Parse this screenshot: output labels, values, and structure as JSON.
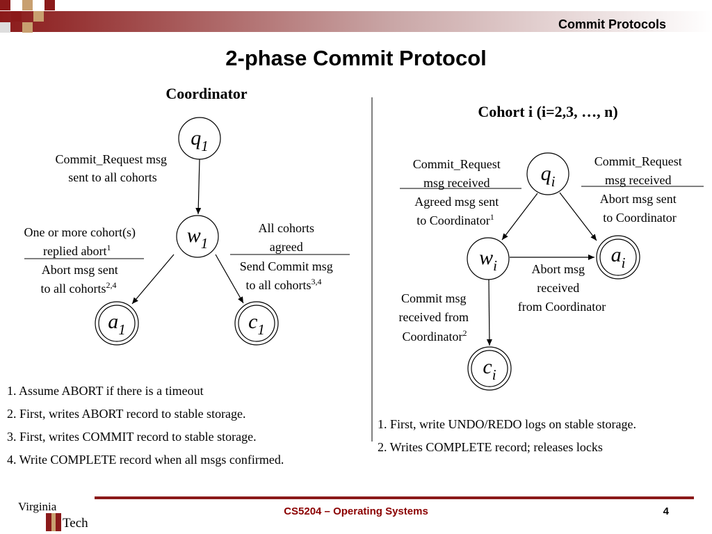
{
  "header": {
    "section_title": "Commit Protocols",
    "slide_title": "2-phase Commit Protocol"
  },
  "coordinator": {
    "heading": "Coordinator",
    "states": {
      "q1": {
        "base": "q",
        "sub": "1"
      },
      "w1": {
        "base": "w",
        "sub": "1"
      },
      "a1": {
        "base": "a",
        "sub": "1"
      },
      "c1": {
        "base": "c",
        "sub": "1"
      }
    },
    "q_to_w": [
      "Commit_Request msg",
      "sent to all cohorts"
    ],
    "w_to_a": {
      "condition": [
        "One or more cohort(s)",
        "replied abort"
      ],
      "condition_sup": "1",
      "action": [
        "Abort msg sent",
        "to all cohorts"
      ],
      "action_sup": "2,4"
    },
    "w_to_c": {
      "condition": [
        "All cohorts",
        "agreed"
      ],
      "action": [
        "Send Commit msg",
        "to all cohorts"
      ],
      "action_sup": "3,4"
    },
    "notes": [
      "1. Assume ABORT if there is a timeout",
      "2. First, writes ABORT record to stable storage.",
      "3. First, writes COMMIT record to stable storage.",
      "4. Write COMPLETE record when all msgs confirmed."
    ]
  },
  "cohort": {
    "heading": "Cohort i (i=2,3, …, n)",
    "states": {
      "qi": {
        "base": "q",
        "sub": "i"
      },
      "wi": {
        "base": "w",
        "sub": "i"
      },
      "ai": {
        "base": "a",
        "sub": "i"
      },
      "ci": {
        "base": "c",
        "sub": "i"
      }
    },
    "q_to_w": {
      "condition": [
        "Commit_Request",
        "msg received"
      ],
      "action": [
        "Agreed msg sent",
        "to Coordinator"
      ],
      "action_sup": "1"
    },
    "q_to_a": {
      "condition": [
        "Commit_Request",
        "msg received"
      ],
      "action": [
        "Abort msg sent",
        "to Coordinator"
      ]
    },
    "w_to_a": [
      "Abort msg",
      "received",
      "from Coordinator"
    ],
    "w_to_c": {
      "lines": [
        "Commit msg",
        "received from",
        "Coordinator"
      ],
      "sup": "2"
    },
    "notes": [
      "1. First, write UNDO/REDO logs on stable storage.",
      "2. Writes COMPLETE record; releases locks"
    ]
  },
  "footer": {
    "course": "CS5204 – Operating Systems",
    "page": "4",
    "logo_top": "Virginia",
    "logo_bottom": "Tech"
  },
  "colors": {
    "accent": "#8b1a1a",
    "course_text": "#8b0000",
    "banner_square": "#c8a070"
  }
}
